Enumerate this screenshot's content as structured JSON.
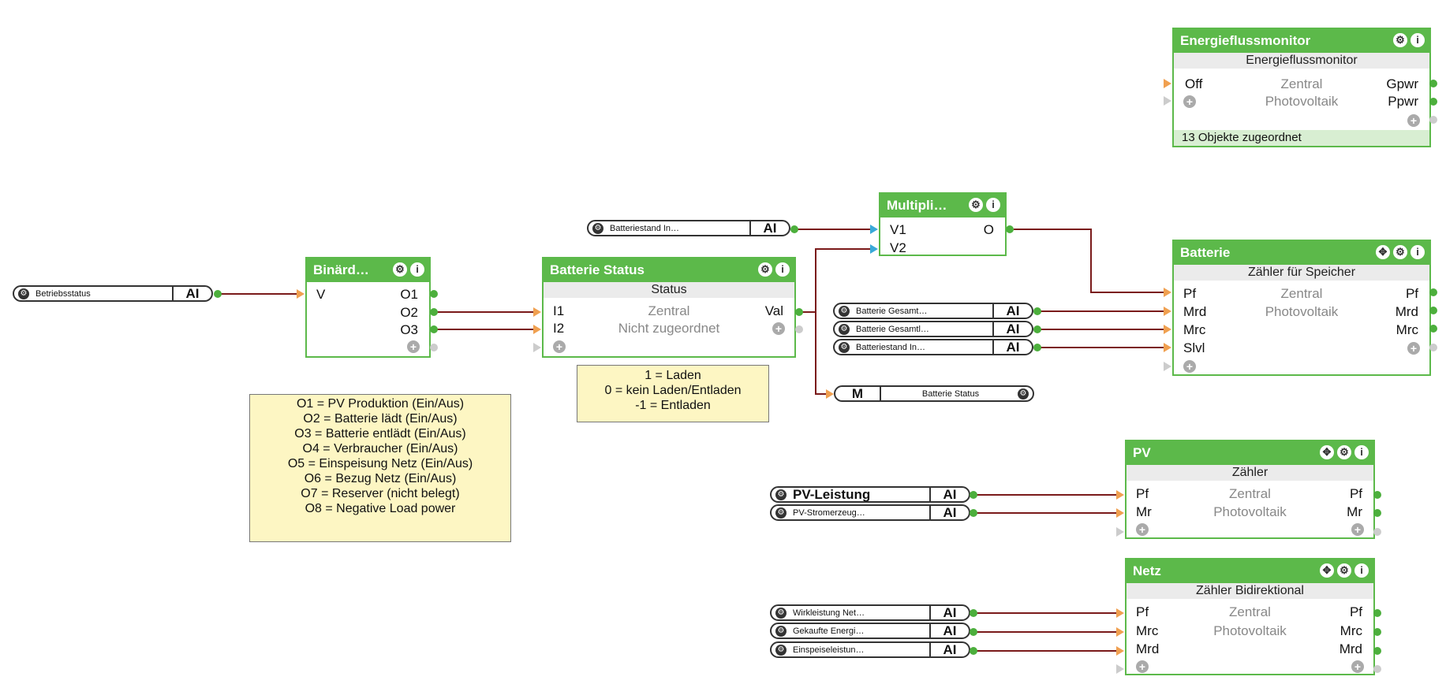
{
  "blocks": {
    "energiefluss": {
      "title": "Energieflussmonitor",
      "subtitle": "Energieflussmonitor",
      "in1": "Off",
      "out1": "Gpwr",
      "out2": "Ppwr",
      "mid1": "Zentral",
      "mid2": "Photovoltaik",
      "footer": "13 Objekte zugeordnet"
    },
    "binaer": {
      "title": "Binärd…",
      "in1": "V",
      "out1": "O1",
      "out2": "O2",
      "out3": "O3"
    },
    "batteriestatus": {
      "title": "Batterie Status",
      "subtitle": "Status",
      "in1": "I1",
      "in2": "I2",
      "out1": "Val",
      "mid1": "Zentral",
      "mid2": "Nicht zugeordnet"
    },
    "multipli": {
      "title": "Multipli…",
      "in1": "V1",
      "in2": "V2",
      "out1": "O"
    },
    "batterie": {
      "title": "Batterie",
      "subtitle": "Zähler für Speicher",
      "in1": "Pf",
      "in2": "Mrd",
      "in3": "Mrc",
      "in4": "Slvl",
      "out1": "Pf",
      "out2": "Mrd",
      "out3": "Mrc",
      "mid1": "Zentral",
      "mid2": "Photovoltaik"
    },
    "pv": {
      "title": "PV",
      "subtitle": "Zähler",
      "in1": "Pf",
      "in2": "Mr",
      "out1": "Pf",
      "out2": "Mr",
      "mid1": "Zentral",
      "mid2": "Photovoltaik"
    },
    "netz": {
      "title": "Netz",
      "subtitle": "Zähler Bidirektional",
      "in1": "Pf",
      "in2": "Mrc",
      "in3": "Mrd",
      "out1": "Pf",
      "out2": "Mrc",
      "out3": "Mrd",
      "mid1": "Zentral",
      "mid2": "Photovoltaik"
    }
  },
  "sources": {
    "betriebsstatus": {
      "name": "Betriebsstatus",
      "type": "AI"
    },
    "batteriestand_top": {
      "name": "Batteriestand In…",
      "type": "AI"
    },
    "batterie_gesamt1": {
      "name": "Batterie Gesamt…",
      "type": "AI"
    },
    "batterie_gesamt2": {
      "name": "Batterie Gesamtl…",
      "type": "AI"
    },
    "batteriestand2": {
      "name": "Batteriestand In…",
      "type": "AI"
    },
    "batterie_status_out": {
      "name": "Batterie Status",
      "type": "M"
    },
    "pv_leistung": {
      "name": "PV-Leistung",
      "type": "AI"
    },
    "pv_strom": {
      "name": "PV-Stromerzeug…",
      "type": "AI"
    },
    "wirkleistung": {
      "name": "Wirkleistung Net…",
      "type": "AI"
    },
    "gekaufte": {
      "name": "Gekaufte Energi…",
      "type": "AI"
    },
    "einspeise": {
      "name": "Einspeiseleistun…",
      "type": "AI"
    }
  },
  "notes": {
    "status_legend": [
      "1 = Laden",
      "0 = kein Laden/Entladen",
      "-1 = Entladen"
    ],
    "binaer_legend": [
      "O1 = PV Produktion (Ein/Aus)",
      "O2 = Batterie lädt (Ein/Aus)",
      "O3 = Batterie entlädt (Ein/Aus)",
      "O4 = Verbraucher (Ein/Aus)",
      "O5 = Einspeisung Netz (Ein/Aus)",
      "O6 = Bezug Netz (Ein/Aus)",
      "O7 = Reserver (nicht belegt)",
      "O8 = Negative Load power"
    ]
  },
  "colors": {
    "block_green": "#5cb94a",
    "wire": "#7a1a1a",
    "note_bg": "#fdf6c3"
  }
}
